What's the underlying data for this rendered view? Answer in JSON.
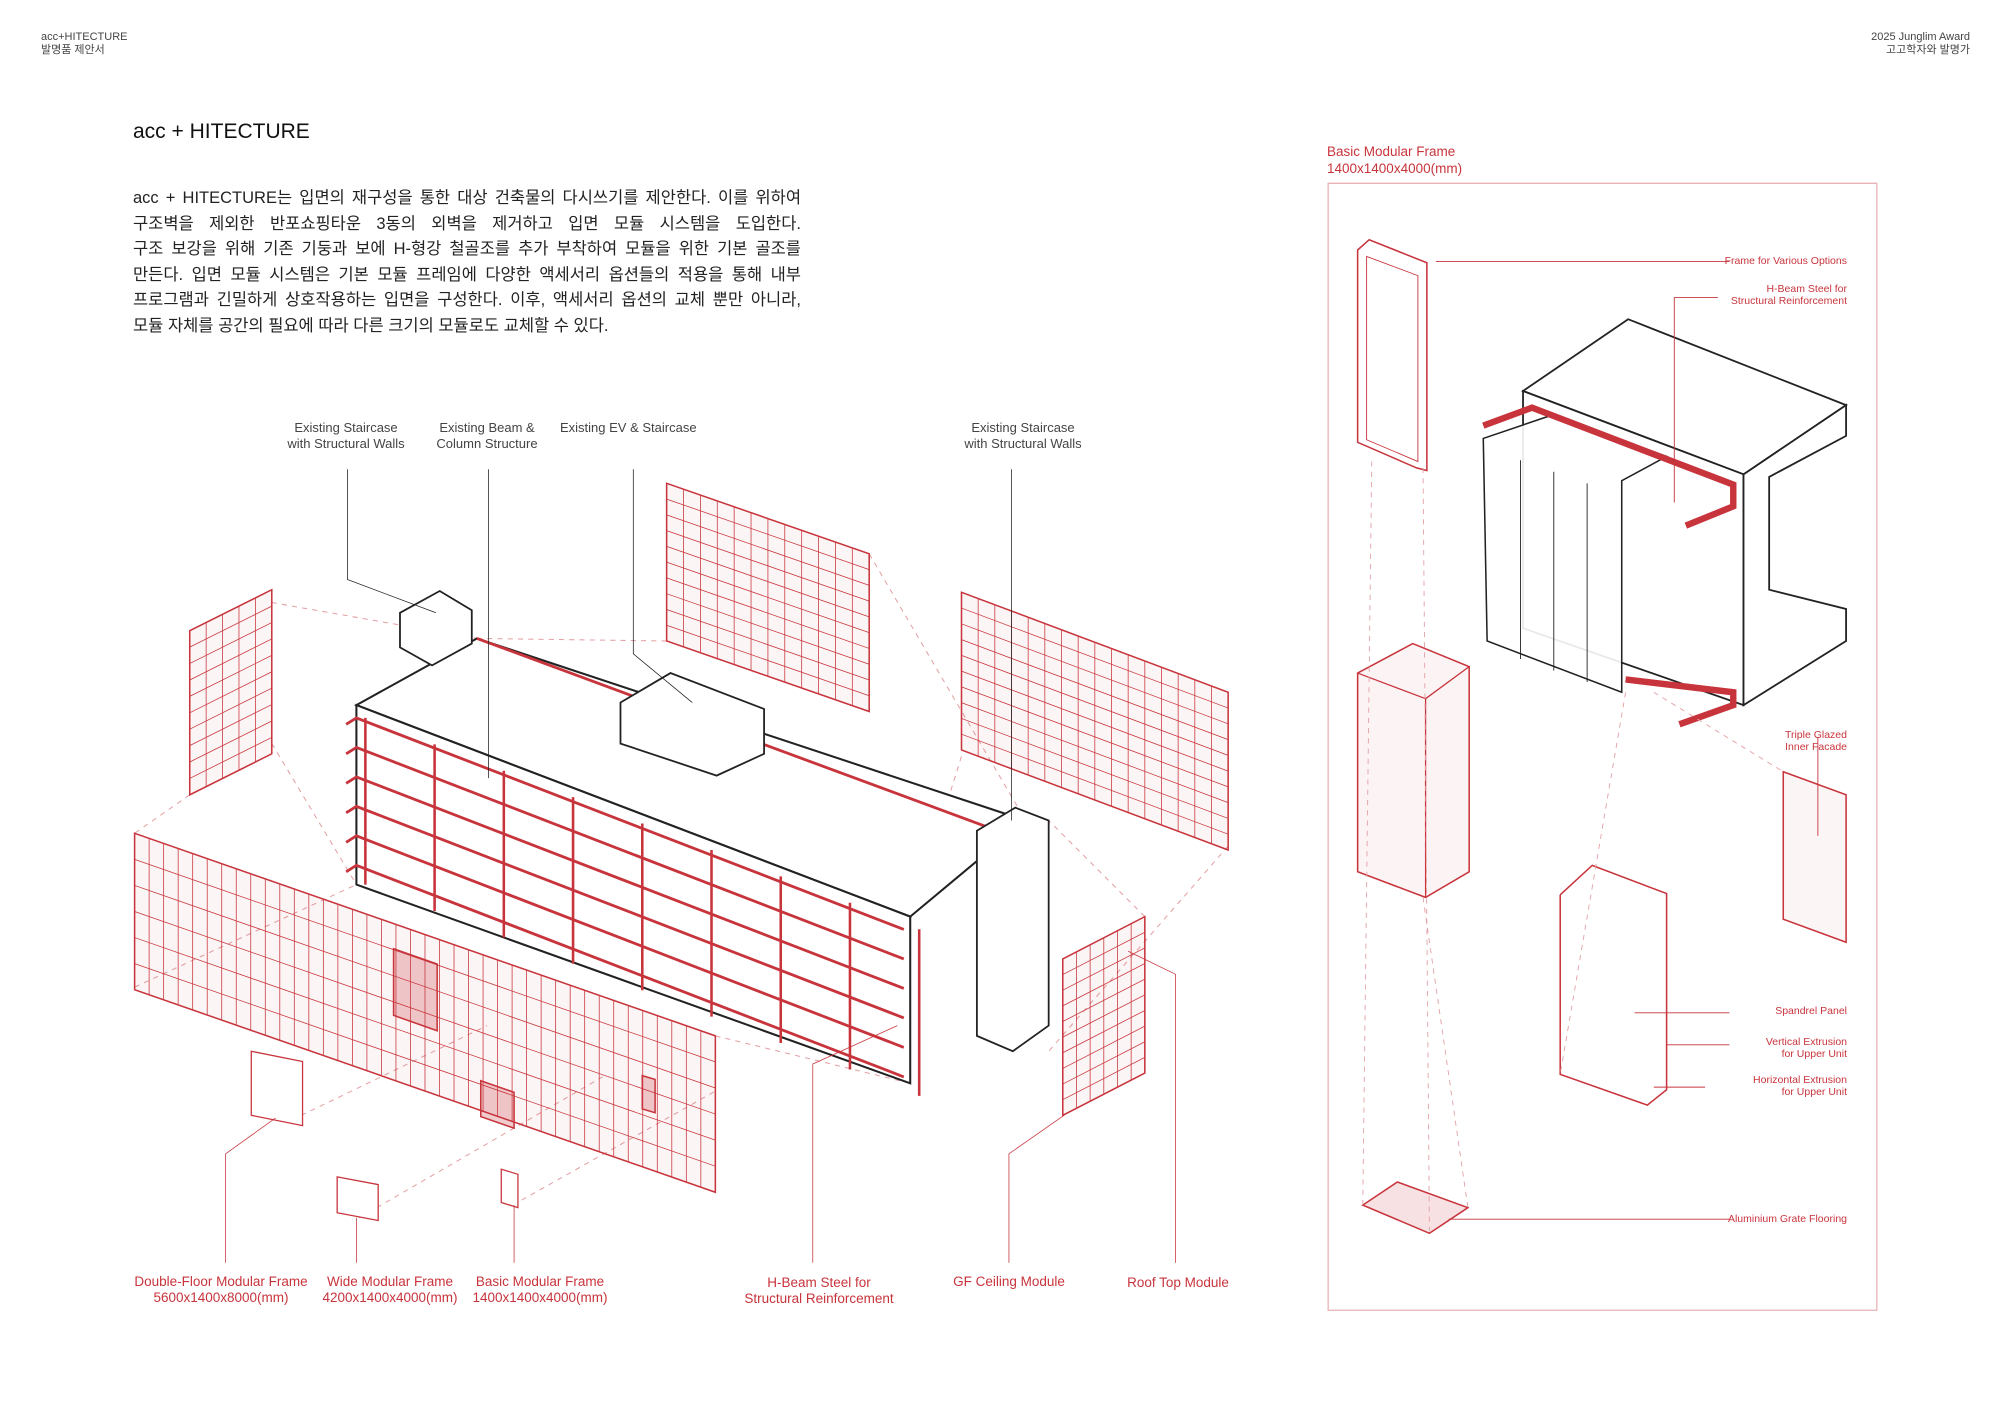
{
  "header": {
    "left_line1": "acc+HITECTURE",
    "left_line2": "발명품 제안서",
    "right_line1": "2025 Junglim Award",
    "right_line2": "고고학자와 발명가"
  },
  "main": {
    "title": "acc + HITECTURE",
    "paragraph_lines": [
      "acc + HITECTURE는 입면의 재구성을 통한 대상 건축물의 다시쓰기를 제안한다. 이를 위하여",
      "구조벽을 제외한 반포쇼핑타운 3동의 외벽을 제거하고 입면 모듈 시스템을 도입한다.",
      "구조 보강을 위해 기존 기둥과 보에 H-형강 철골조를 추가 부착하여 모듈을 위한 기본 골조를",
      "만든다. 입면 모듈 시스템은 기본 모듈 프레임에 다양한 액세서리 옵션들의 적용을 통해 내부",
      "프로그램과 긴밀하게 상호작용하는 입면을 구성한다. 이후, 액세서리 옵션의 교체 뿐만 아니라,",
      "모듈 자체를 공간의 필요에 따라 다른 크기의 모듈로도 교체할 수 있다."
    ]
  },
  "diagram": {
    "top_labels": [
      {
        "l1": "Existing Staircase",
        "l2": "with Structural Walls"
      },
      {
        "l1": "Existing Beam &",
        "l2": "Column Structure"
      },
      {
        "l1": "Existing EV & Staircase",
        "l2": ""
      },
      {
        "l1": "Existing Staircase",
        "l2": "with Structural Walls"
      }
    ],
    "bottom_labels": [
      {
        "l1": "Double-Floor Modular Frame",
        "l2": "5600x1400x8000(mm)"
      },
      {
        "l1": "Wide Modular Frame",
        "l2": "4200x1400x4000(mm)"
      },
      {
        "l1": "Basic Modular Frame",
        "l2": "1400x1400x4000(mm)"
      },
      {
        "l1": "H-Beam Steel for",
        "l2": "Structural Reinforcement"
      },
      {
        "l1": "GF Ceiling Module",
        "l2": ""
      },
      {
        "l1": "Roof Top Module",
        "l2": ""
      }
    ]
  },
  "detail": {
    "title_l1": "Basic Modular Frame",
    "title_l2": "1400x1400x4000(mm)",
    "labels": [
      {
        "l1": "Frame for Various Options",
        "l2": ""
      },
      {
        "l1": "H-Beam Steel for",
        "l2": "Structural Reinforcement"
      },
      {
        "l1": "Triple Glazed",
        "l2": "Inner Facade"
      },
      {
        "l1": "Spandrel Panel",
        "l2": ""
      },
      {
        "l1": "Vertical Extrusion",
        "l2": "for Upper Unit"
      },
      {
        "l1": "Horizontal Extrusion",
        "l2": "for Upper Unit"
      },
      {
        "l1": "Aluminium Grate Flooring",
        "l2": ""
      }
    ]
  },
  "colors": {
    "accent": "#c8343c",
    "line": "#222222",
    "dashed": "#e3a0a4"
  }
}
